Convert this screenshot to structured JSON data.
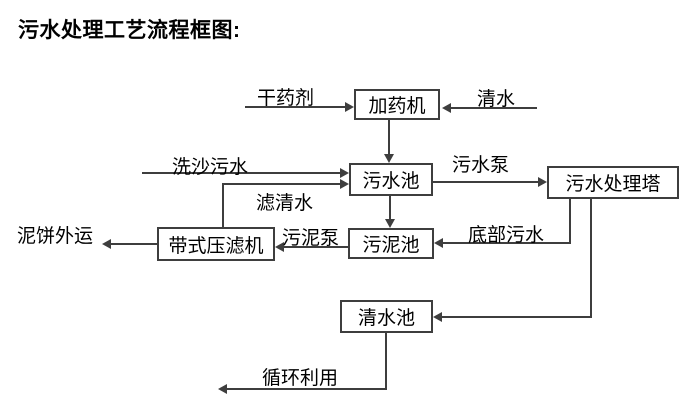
{
  "title": "污水处理工艺流程框图:",
  "nodes": {
    "dosing_machine": {
      "label": "加药机"
    },
    "sewage_pool": {
      "label": "污水池"
    },
    "treatment_tower": {
      "label": "污水处理塔"
    },
    "belt_filter_press": {
      "label": "带式压滤机"
    },
    "sludge_pool": {
      "label": "污泥池"
    },
    "clean_water_pool": {
      "label": "清水池"
    }
  },
  "flow_labels": {
    "dry_chemical": "干药剂",
    "clean_water": "清水",
    "sand_washing_sewage": "洗沙污水",
    "filtered_water": "滤清水",
    "sewage_pump": "污水泵",
    "bottom_sewage": "底部污水",
    "sludge_pump": "污泥泵",
    "mud_cake_out": "泥饼外运",
    "recycle_use": "循环利用"
  },
  "colors": {
    "background": "#ffffff",
    "line": "#3e3e3e",
    "text": "#000000"
  }
}
